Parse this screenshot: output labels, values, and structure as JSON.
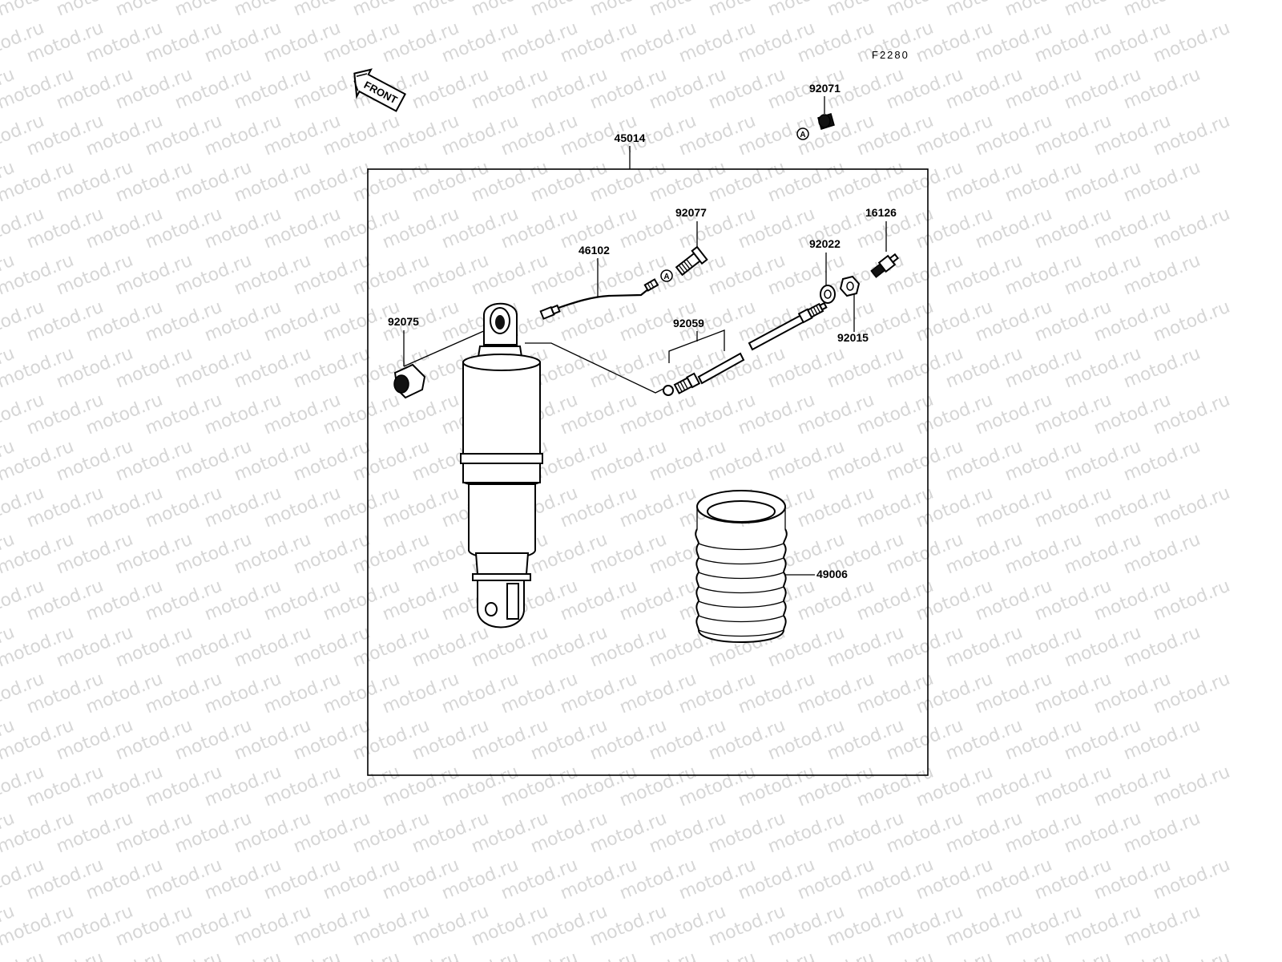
{
  "watermark": "motod.ru",
  "figure_ref": "F2280",
  "front_label": "FRONT",
  "ref_marker": "A",
  "box_part": "45014",
  "parts": {
    "p92071": "92071",
    "p92077": "92077",
    "p16126": "16126",
    "p46102": "46102",
    "p92022": "92022",
    "p92075": "92075",
    "p92059": "92059",
    "p92015": "92015",
    "p49006": "49006"
  }
}
